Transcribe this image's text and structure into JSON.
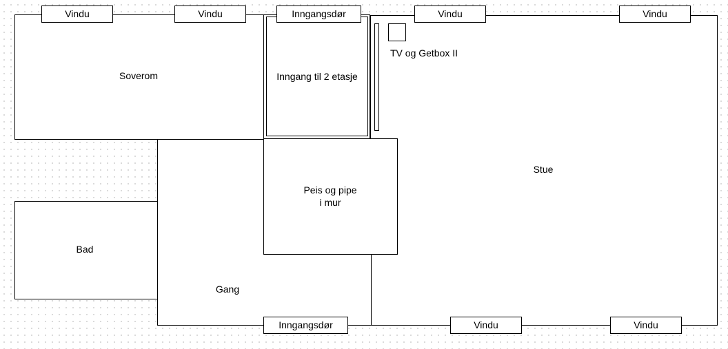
{
  "rooms": {
    "soverom": "Soverom",
    "inngang": "Inngang til 2 etasje",
    "stue": "Stue",
    "peis_line1": "Peis og pipe",
    "peis_line2": "i mur",
    "bad": "Bad",
    "gang": "Gang",
    "tv": "TV og Getbox II"
  },
  "windows": {
    "w1": "Vindu",
    "w2": "Vindu",
    "w3": "Vindu",
    "w4": "Vindu",
    "w5": "Vindu",
    "w6": "Vindu"
  },
  "doors": {
    "top": "Inngangsdør",
    "bottom": "Inngangsdør"
  },
  "colors": {
    "line": "#000000",
    "background": "#ffffff",
    "grid_dots": "#d4d4d4"
  }
}
